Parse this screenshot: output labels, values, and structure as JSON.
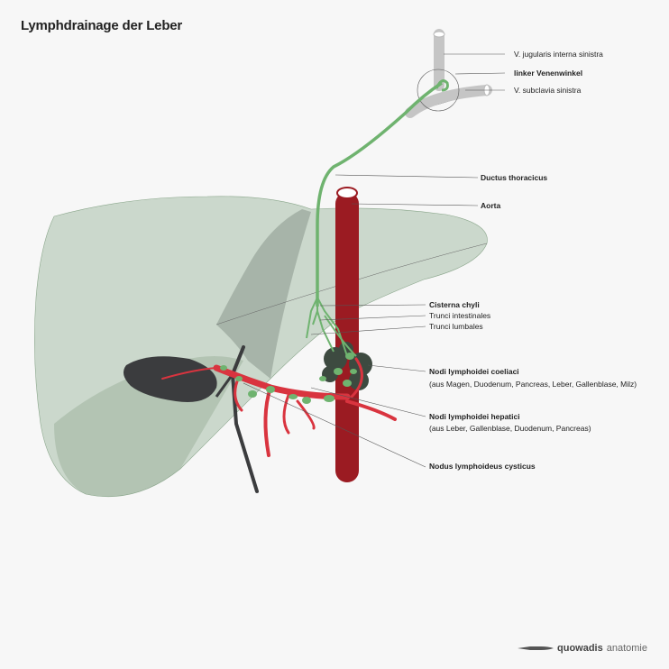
{
  "title": "Lymphdrainage der Leber",
  "labels": {
    "v_jugularis": "V. jugularis interna sinistra",
    "venenwinkel": "linker Venenwinkel",
    "v_subclavia": "V. subclavia sinistra",
    "ductus": "Ductus thoracicus",
    "aorta": "Aorta",
    "cisterna": "Cisterna chyli",
    "trunci_int": "Trunci intestinales",
    "trunci_lumb": "Trunci lumbales",
    "coeliaci": "Nodi lymphoidei coeliaci",
    "coeliaci_sub": "(aus Magen, Duodenum, Pancreas, Leber, Gallenblase, Milz)",
    "hepatici": "Nodi lymphoidei hepatici",
    "hepatici_sub": "(aus Leber, Gallenblase, Duodenum, Pancreas)",
    "cysticus": "Nodus lymphoideus cysticus"
  },
  "brand": {
    "bold": "quowadis",
    "light": "anatomie"
  },
  "colors": {
    "liver": "#bccdbd",
    "lymph": "#6fb36f",
    "aorta": "#9b1b22",
    "artery": "#d9343f",
    "gallbladder": "#3b3c3e",
    "vein": "#c8c8c8"
  }
}
